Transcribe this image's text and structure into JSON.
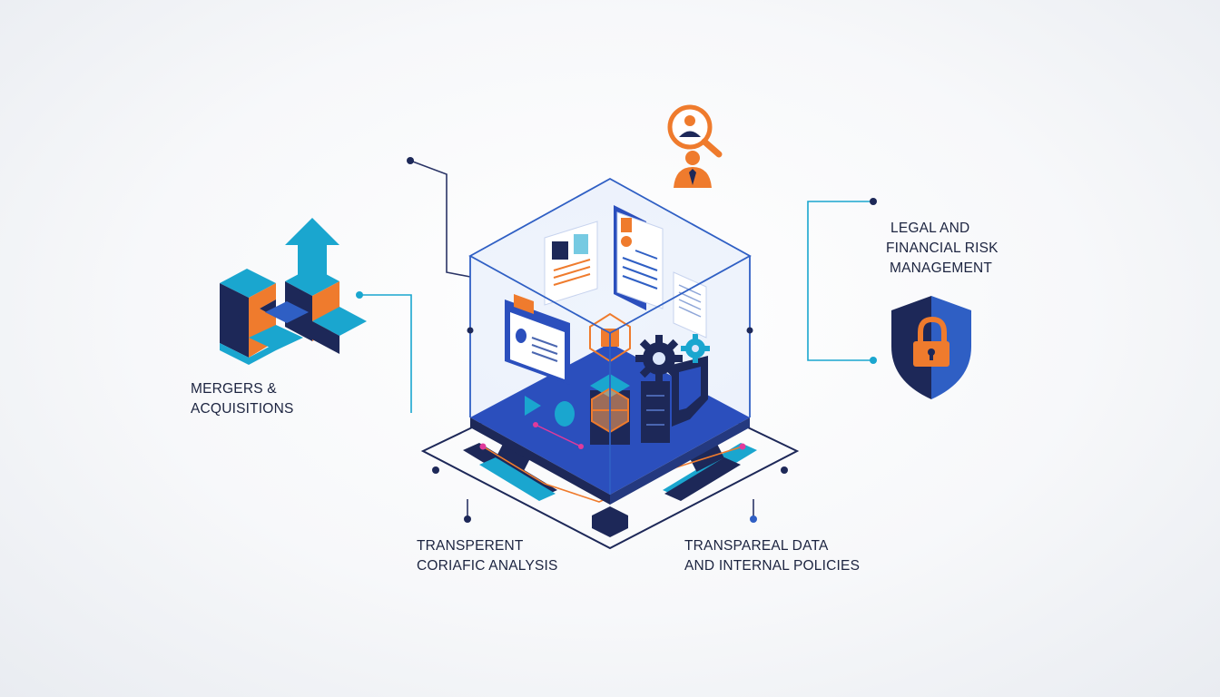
{
  "labels": {
    "mergers": [
      "MERGERS &",
      "ACQUISITIONS"
    ],
    "legal": [
      "LEGAL AND",
      "FINANCIAL RISK",
      "MANAGEMENT"
    ],
    "transperent": [
      "TRANSPERENT",
      "CORIAFIC ANALYSIS"
    ],
    "transpareal": [
      "TRANSPAREAL DATA",
      "AND INTERNAL POLICIES"
    ]
  },
  "colors": {
    "navy": "#1d2858",
    "blue": "#2f5fc4",
    "cyan": "#1aa6cf",
    "orange": "#ef7b2d",
    "magenta": "#e03a9b"
  },
  "icons": [
    "merge-arrow-icon",
    "person-search-icon",
    "shield-lock-icon",
    "gear-icon",
    "document-icon"
  ]
}
